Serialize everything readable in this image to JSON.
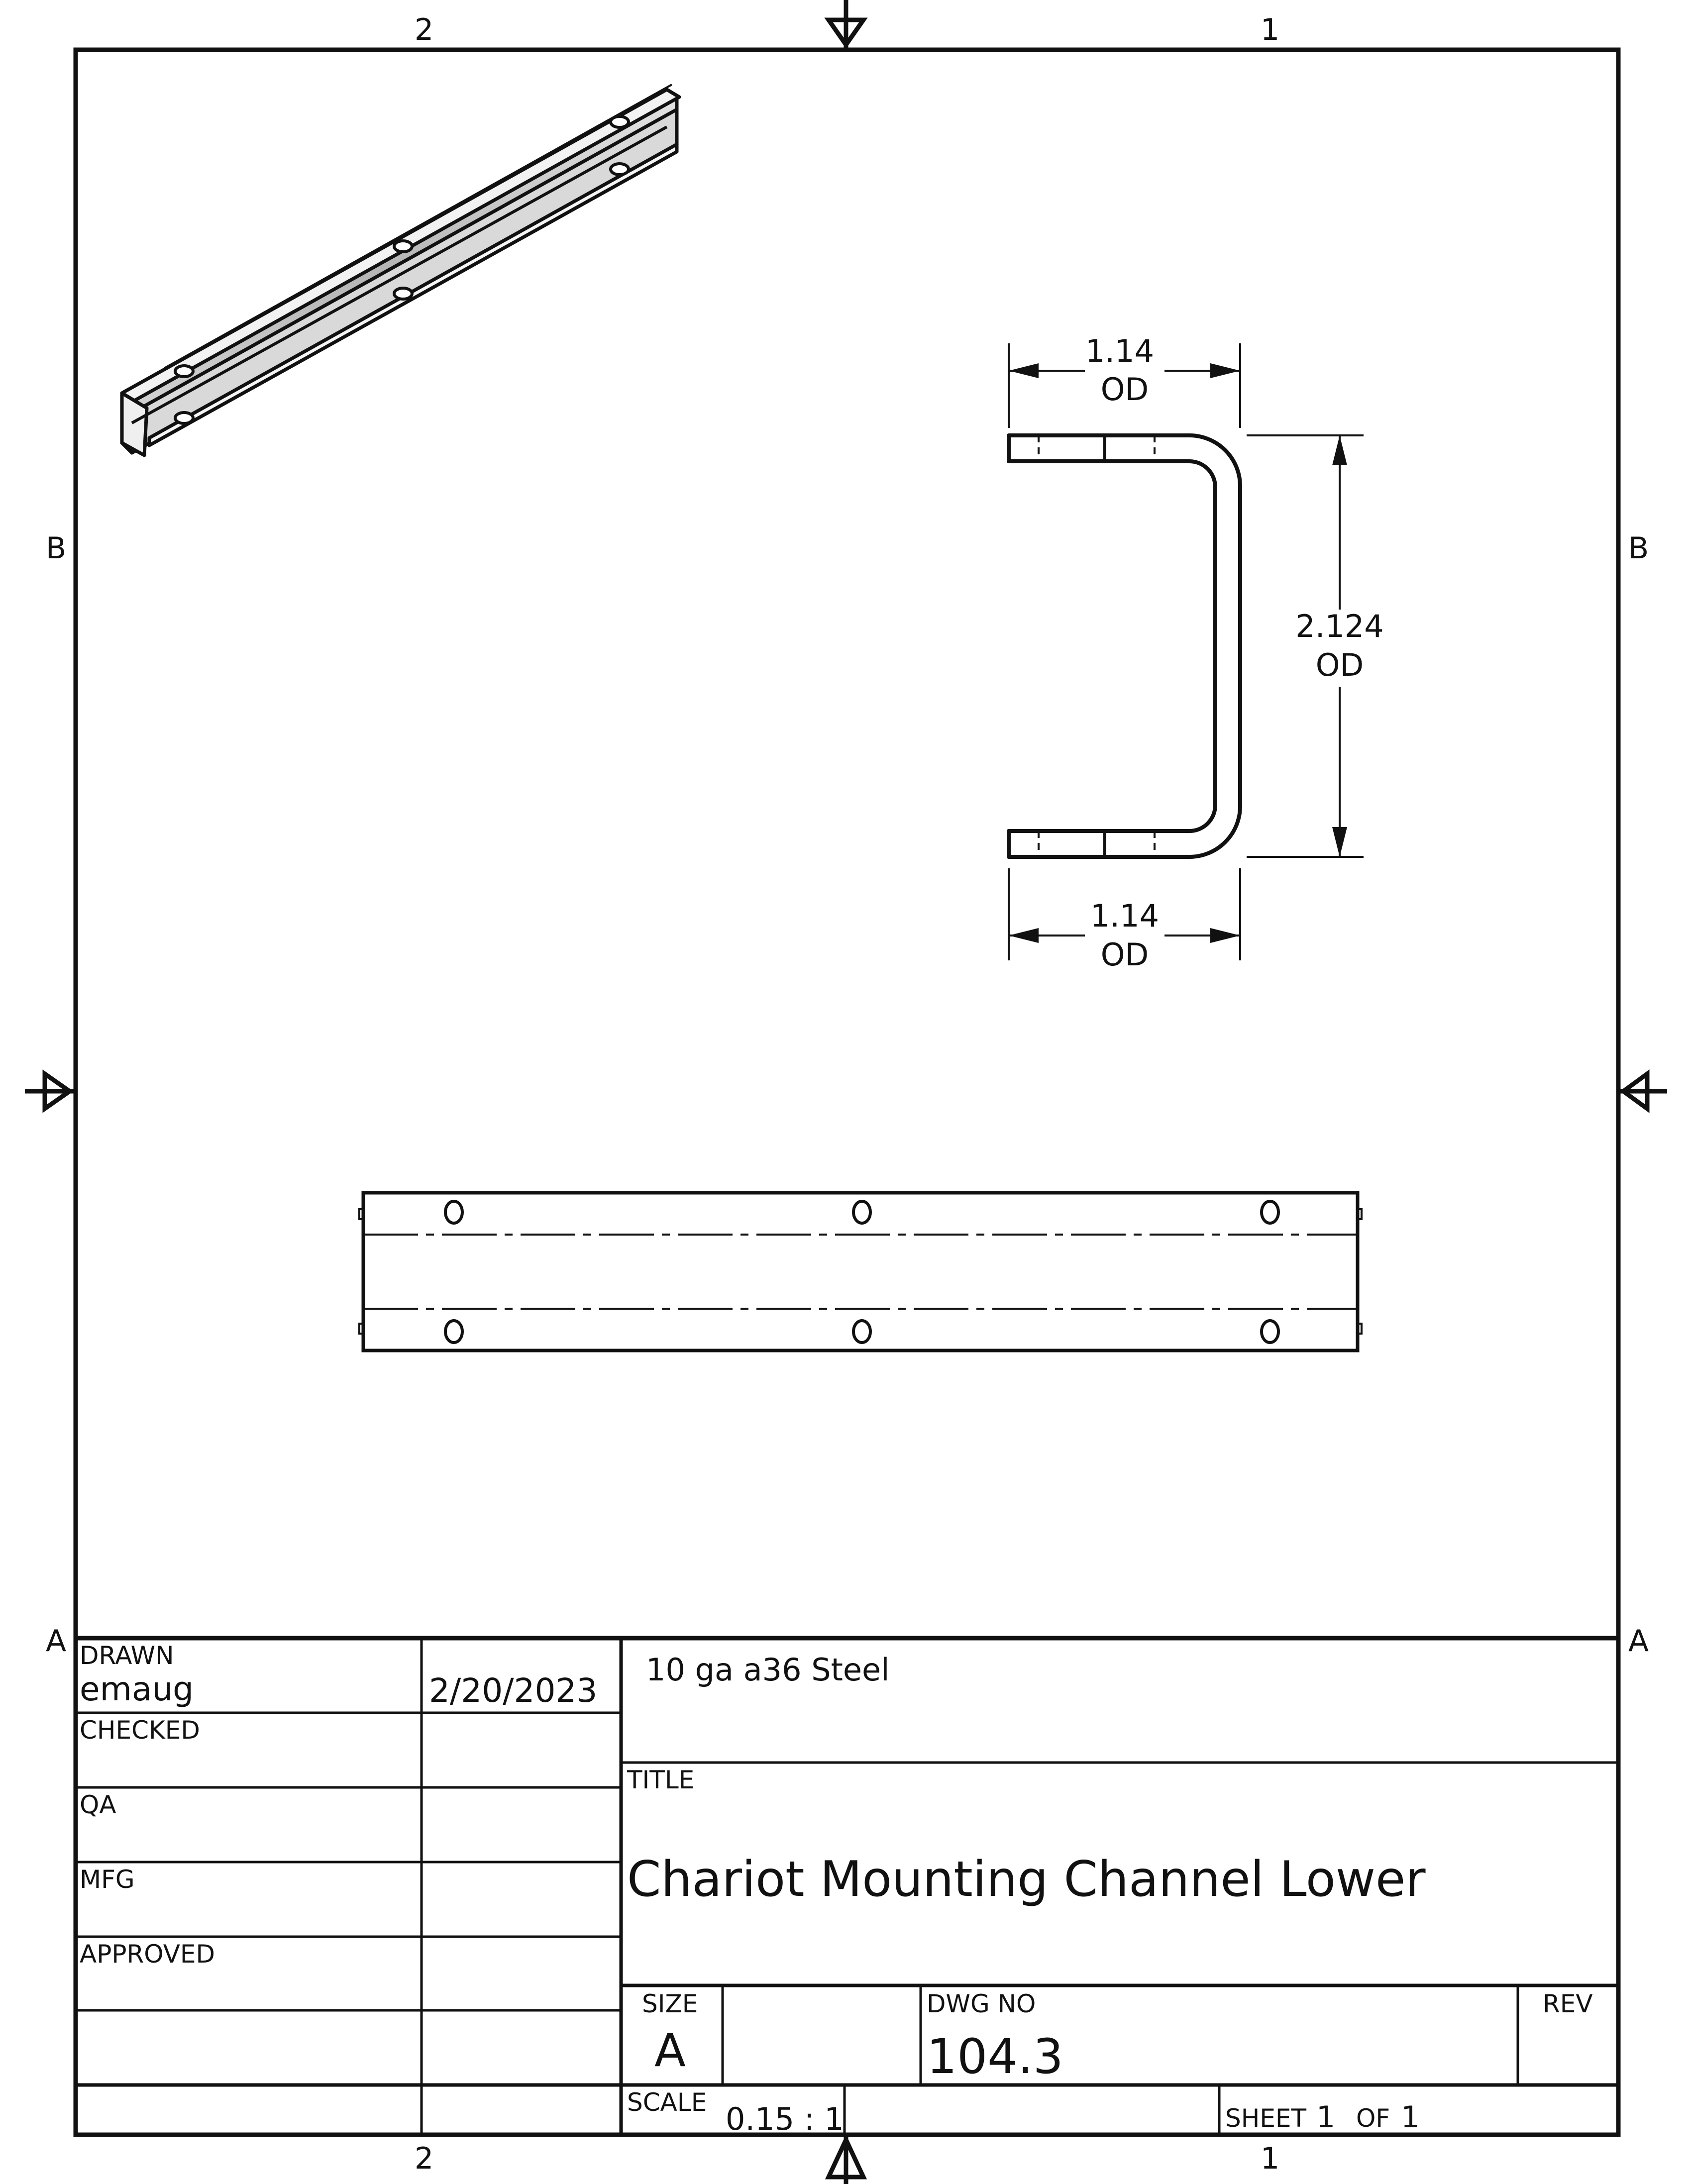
{
  "border": {
    "top_zones": [
      "2",
      "1"
    ],
    "bottom_zones": [
      "2",
      "1"
    ],
    "left_zones": [
      "B",
      "A"
    ],
    "right_zones": [
      "B",
      "A"
    ]
  },
  "dimensions": {
    "top_width": {
      "value": "1.14",
      "note": "OD"
    },
    "height": {
      "value": "2.124",
      "note": "OD"
    },
    "bottom_width": {
      "value": "1.14",
      "note": "OD"
    }
  },
  "title_block": {
    "drawn_label": "DRAWN",
    "drawn_by": "emaug",
    "drawn_date": "2/20/2023",
    "checked_label": "CHECKED",
    "qa_label": "QA",
    "mfg_label": "MFG",
    "approved_label": "APPROVED",
    "material": "10 ga a36 Steel",
    "title_label": "TITLE",
    "title": "Chariot Mounting Channel Lower",
    "size_label": "SIZE",
    "size": "A",
    "dwg_no_label": "DWG NO",
    "dwg_no": "104.3",
    "rev_label": "REV",
    "scale_label": "SCALE",
    "scale": "0.15 : 1",
    "sheet_label": "SHEET",
    "sheet": "1",
    "of_label": "OF",
    "sheet_total": "1"
  },
  "colors": {
    "line": "#111111",
    "paper": "#ffffff",
    "shade_light": "#ececec",
    "shade_dark": "#9a9a9a"
  }
}
